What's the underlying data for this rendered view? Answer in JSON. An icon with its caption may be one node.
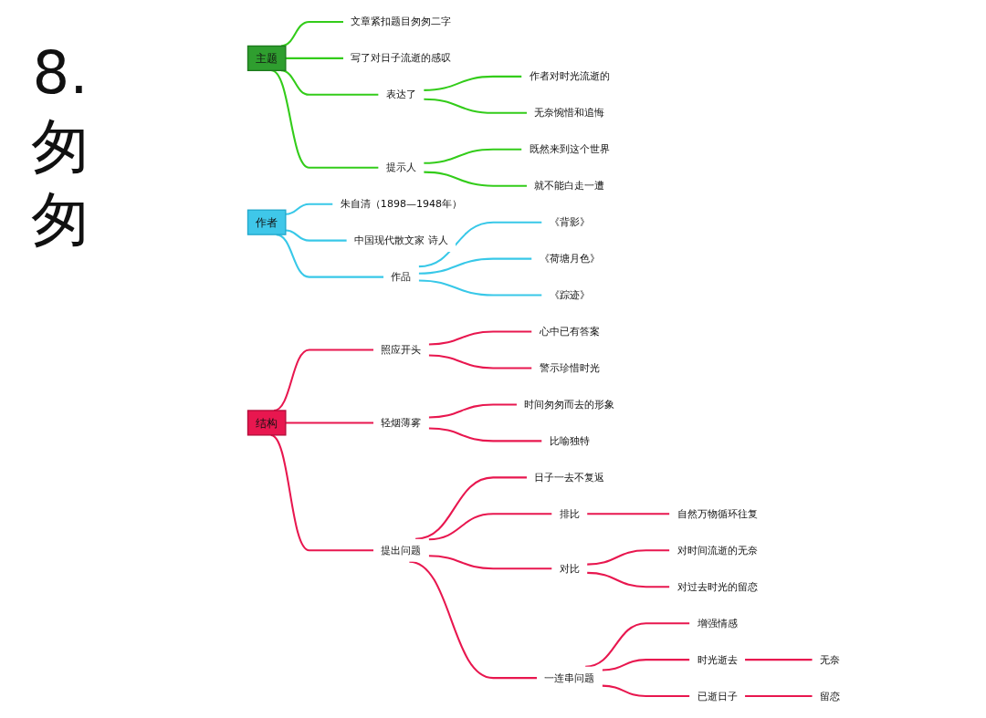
{
  "diagram": {
    "title": "8. 匆匆",
    "nodes": [
      {
        "text": [
          "主题"
        ]
      },
      {
        "text": [
          "文章紧扣题目匆匆二字"
        ]
      },
      {
        "text": [
          "写了对日子流逝的感叹"
        ]
      },
      {
        "text": [
          "表达了"
        ]
      },
      {
        "text": [
          "作者对时光流逝的"
        ]
      },
      {
        "text": [
          "无奈惋惜和追悔"
        ]
      },
      {
        "text": [
          "提示人"
        ]
      },
      {
        "text": [
          "既然来到这个世界"
        ]
      },
      {
        "text": [
          "就不能白走一遭"
        ]
      },
      {
        "text": [
          "作者"
        ]
      },
      {
        "text": [
          "朱自清（1898—1948年）"
        ]
      },
      {
        "text": [
          "中国现代散文家 诗人"
        ]
      },
      {
        "text": [
          "作品"
        ]
      },
      {
        "text": [
          "《背影》"
        ]
      },
      {
        "text": [
          "《荷塘月色》"
        ]
      },
      {
        "text": [
          "《踪迹》"
        ]
      },
      {
        "text": [
          "结构"
        ]
      },
      {
        "text": [
          "照应开头"
        ]
      },
      {
        "text": [
          "心中已有答案"
        ]
      },
      {
        "text": [
          "警示珍惜时光"
        ]
      },
      {
        "text": [
          "轻烟薄雾"
        ]
      },
      {
        "text": [
          "时间匆匆而去的形象"
        ]
      },
      {
        "text": [
          "比喻独特"
        ]
      },
      {
        "text": [
          "提出问题"
        ]
      },
      {
        "text": [
          "日子一去不复返"
        ]
      },
      {
        "text": [
          "排比"
        ]
      },
      {
        "text": [
          "自然万物循环往复"
        ]
      },
      {
        "text": [
          "对比"
        ]
      },
      {
        "text": [
          "对时间流逝的无奈"
        ]
      },
      {
        "text": [
          "对过去时光的留恋"
        ]
      },
      {
        "text": [
          "一连串问题"
        ]
      },
      {
        "text": [
          "增强情感"
        ]
      },
      {
        "text": [
          "时光逝去"
        ]
      },
      {
        "text": [
          "无奈"
        ]
      },
      {
        "text": [
          "已逝日子"
        ]
      },
      {
        "text": [
          "留恋"
        ]
      }
    ],
    "edges": [
      {
        "from": 0,
        "to": 1,
        "arrow": "none",
        "color": "#33cc1a"
      },
      {
        "from": 0,
        "to": 2,
        "arrow": "none",
        "color": "#33cc1a"
      },
      {
        "from": 0,
        "to": 3,
        "arrow": "none",
        "color": "#33cc1a"
      },
      {
        "from": 3,
        "to": 4,
        "arrow": "none",
        "color": "#33cc1a"
      },
      {
        "from": 3,
        "to": 5,
        "arrow": "none",
        "color": "#33cc1a"
      },
      {
        "from": 0,
        "to": 6,
        "arrow": "none",
        "color": "#33cc1a"
      },
      {
        "from": 6,
        "to": 7,
        "arrow": "none",
        "color": "#33cc1a"
      },
      {
        "from": 6,
        "to": 8,
        "arrow": "none",
        "color": "#33cc1a"
      },
      {
        "from": 9,
        "to": 10,
        "arrow": "none",
        "color": "#38c8e8"
      },
      {
        "from": 9,
        "to": 11,
        "arrow": "none",
        "color": "#38c8e8"
      },
      {
        "from": 9,
        "to": 12,
        "arrow": "none",
        "color": "#38c8e8"
      },
      {
        "from": 12,
        "to": 13,
        "arrow": "none",
        "color": "#38c8e8"
      },
      {
        "from": 12,
        "to": 14,
        "arrow": "none",
        "color": "#38c8e8"
      },
      {
        "from": 12,
        "to": 15,
        "arrow": "none",
        "color": "#38c8e8"
      },
      {
        "from": 16,
        "to": 17,
        "arrow": "none"
      },
      {
        "from": 17,
        "to": 18,
        "arrow": "none"
      },
      {
        "from": 17,
        "to": 19,
        "arrow": "none"
      },
      {
        "from": 16,
        "to": 20,
        "arrow": "none"
      },
      {
        "from": 20,
        "to": 21,
        "arrow": "none"
      },
      {
        "from": 20,
        "to": 22,
        "arrow": "none"
      },
      {
        "from": 16,
        "to": 23,
        "arrow": "none"
      },
      {
        "from": 23,
        "to": 24,
        "arrow": "none"
      },
      {
        "from": 23,
        "to": 25,
        "arrow": "none"
      },
      {
        "from": 25,
        "to": 26,
        "arrow": "none"
      },
      {
        "from": 23,
        "to": 27,
        "arrow": "none"
      },
      {
        "from": 27,
        "to": 28,
        "arrow": "none"
      },
      {
        "from": 27,
        "to": 29,
        "arrow": "none"
      },
      {
        "from": 23,
        "to": 30,
        "arrow": "none"
      },
      {
        "from": 30,
        "to": 31,
        "arrow": "none"
      },
      {
        "from": 30,
        "to": 32,
        "arrow": "none"
      },
      {
        "from": 32,
        "to": 33,
        "arrow": "none"
      },
      {
        "from": 30,
        "to": 34,
        "arrow": "none"
      },
      {
        "from": 34,
        "to": 35,
        "arrow": "none"
      }
    ]
  }
}
